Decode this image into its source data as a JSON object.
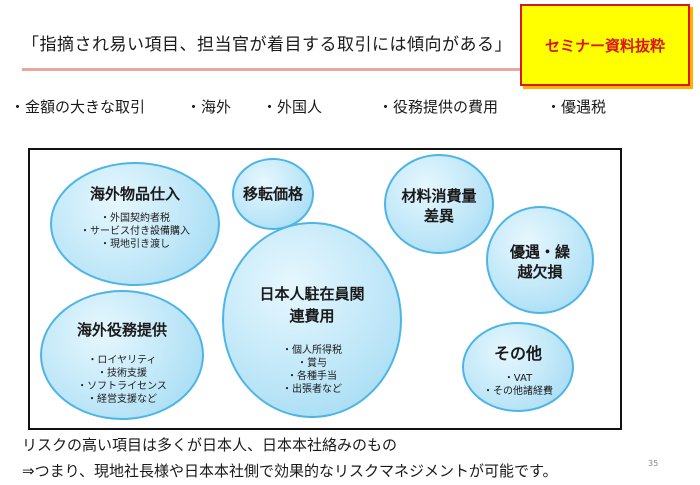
{
  "header": {
    "title": "「指摘され易い項目、担当官が着目する取引には傾向がある」",
    "badge": "セミナー資料抜粋"
  },
  "bullets": [
    "・金額の大きな取引",
    "・海外",
    "・外国人",
    "・役務提供の費用",
    "・優遇税"
  ],
  "bubbles": {
    "overseas_goods": {
      "title": "海外物品仕入",
      "items": [
        "・外国契約者税",
        "・サービス付き設備購入",
        "・現地引き渡し"
      ]
    },
    "transfer_pricing": {
      "title": "移転価格"
    },
    "materials": {
      "title_line1": "材料消費量",
      "title_line2": "差異"
    },
    "preferential": {
      "title_line1": "優遇・繰",
      "title_line2": "越欠損"
    },
    "expat": {
      "title_line1": "日本人駐在員関",
      "title_line2": "連費用",
      "items": [
        "・個人所得税",
        "・賞与",
        "・各種手当",
        "・出張者など"
      ]
    },
    "overseas_services": {
      "title": "海外役務提供",
      "items": [
        "・ロイヤリティ",
        "・技術支援",
        "・ソフトライセンス",
        "・経営支援など"
      ]
    },
    "others": {
      "title": "その他",
      "items": [
        "・VAT",
        "・その他諸経費"
      ]
    }
  },
  "footer": {
    "line1": "リスクの高い項目は多くが日本人、日本本社絡みのもの",
    "line2": "⇒つまり、現地社長様や日本本社側で効果的なリスクマネジメントが可能です。",
    "page_number": "35"
  },
  "colors": {
    "badge_bg": "#ffff00",
    "badge_text": "#d81818",
    "bubble_border": "#4db5e6",
    "title_rule": "#e8a8a0"
  }
}
